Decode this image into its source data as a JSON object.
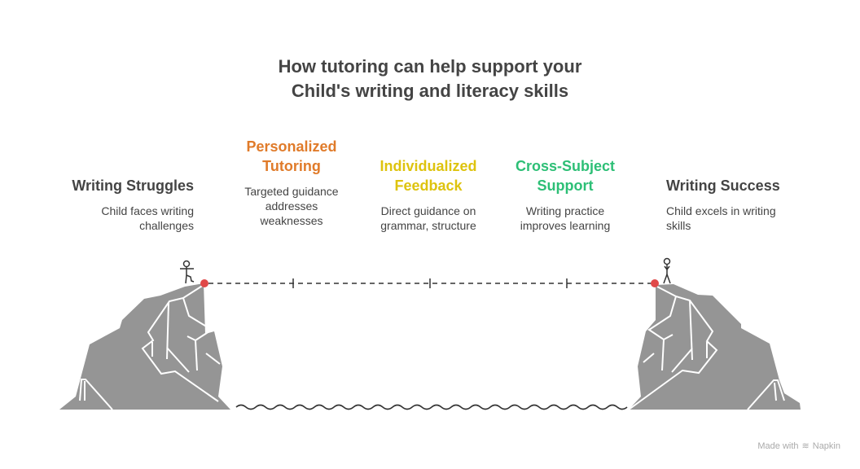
{
  "title": [
    "How tutoring can help support your",
    "Child's writing and literacy skills"
  ],
  "steps": [
    {
      "title": "Writing Struggles",
      "desc": "Child faces writing challenges",
      "color": "#444444"
    },
    {
      "title": "Personalized Tutoring",
      "desc": "Targeted guidance addresses weaknesses",
      "color": "#E07B2A"
    },
    {
      "title": "Individualized Feedback",
      "desc": "Direct guidance on grammar, structure",
      "color": "#DEC30E"
    },
    {
      "title": "Cross-Subject Support",
      "desc": "Writing practice improves learning",
      "color": "#2DBF76"
    },
    {
      "title": "Writing Success",
      "desc": "Child excels in writing skills",
      "color": "#444444"
    }
  ],
  "footer": {
    "label": "Made with",
    "brand": "Napkin"
  }
}
